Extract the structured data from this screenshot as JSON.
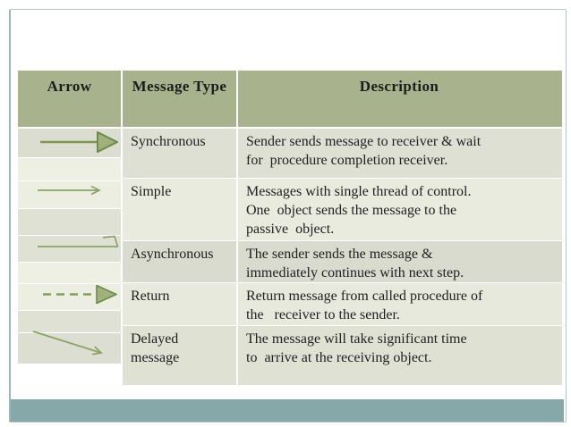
{
  "slide": {
    "colors": {
      "header_bg": "#a8b28c",
      "accent_bar": "#87a8a8",
      "arrow_stroke": "#8ba366",
      "arrowhead_fill": "#a0b17c",
      "arrowhead_outline": "#6f8a4a"
    },
    "table": {
      "headers": [
        "Arrow",
        "Message Type",
        "Description"
      ],
      "rows": [
        {
          "arrow_icon": "synchronous-arrow",
          "message_type": "Synchronous",
          "description": "Sender sends message to receiver & wait\nfor  procedure completion receiver."
        },
        {
          "arrow_icon": "simple-arrow",
          "message_type": "Simple",
          "description": "Messages with single thread of control.\nOne  object sends the message to the\npassive  object."
        },
        {
          "arrow_icon": "asynchronous-arrow",
          "message_type": "Asynchronous",
          "description": "The sender sends the message &\nimmediately continues with next step."
        },
        {
          "arrow_icon": "return-arrow",
          "message_type": "Return",
          "description": "Return message from called procedure of\nthe   receiver to the sender."
        },
        {
          "arrow_icon": "delayed-arrow",
          "message_type": "Delayed\nmessage",
          "description": "The message will take significant time\nto  arrive at the receiving object."
        }
      ]
    }
  }
}
